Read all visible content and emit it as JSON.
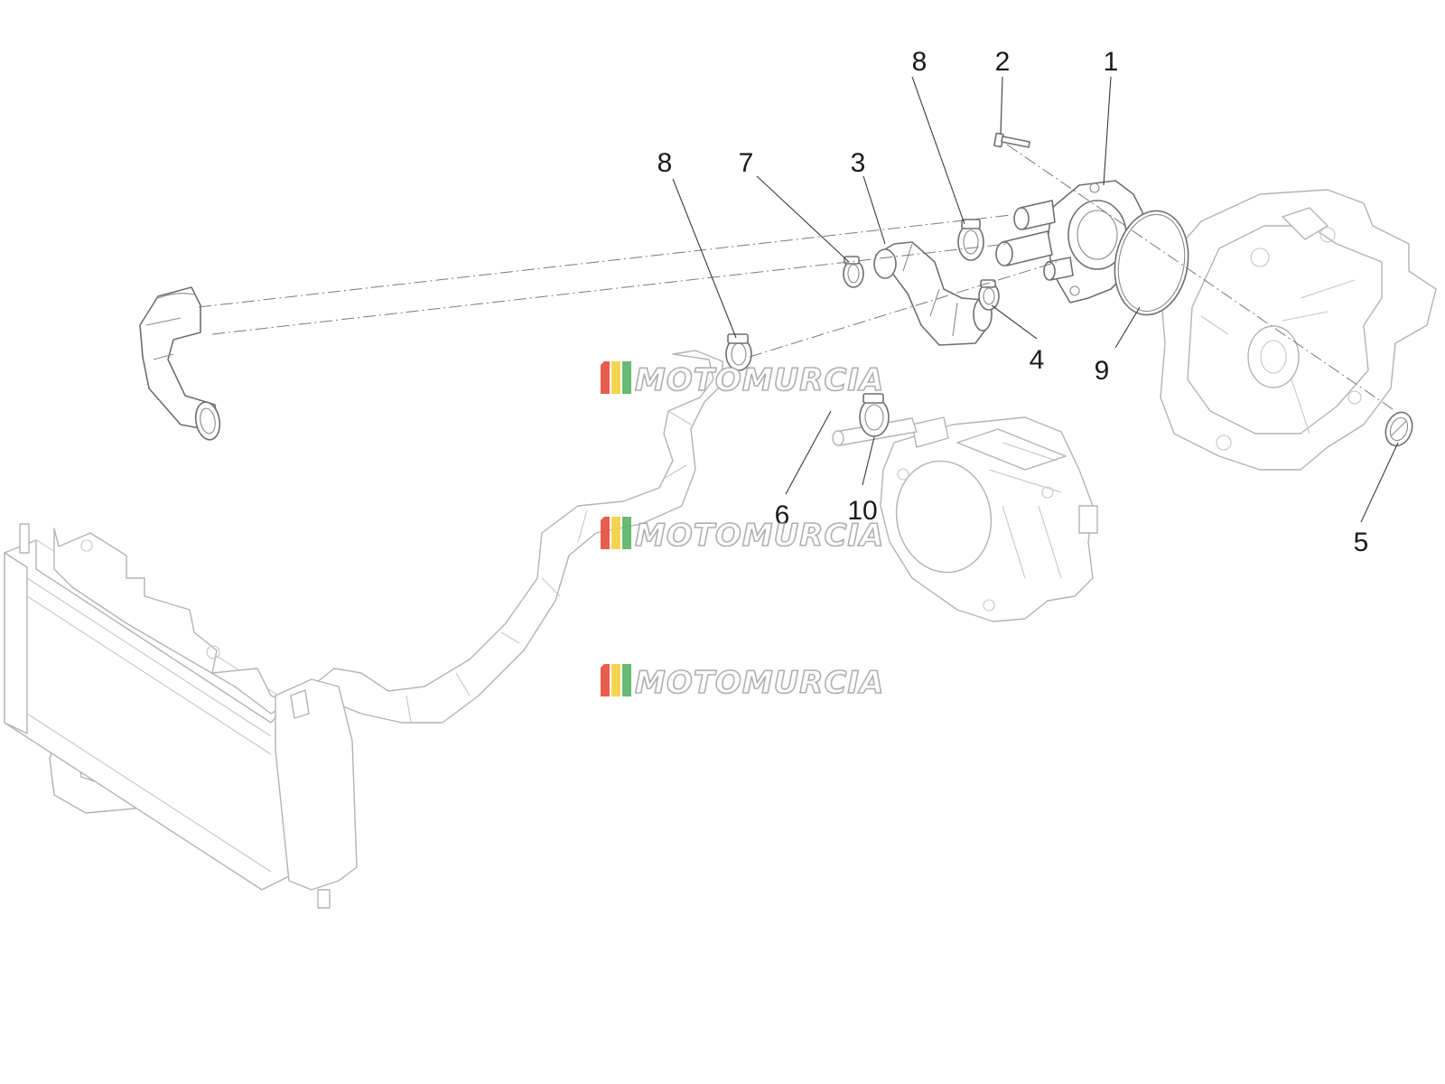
{
  "callouts": [
    {
      "label": "1"
    },
    {
      "label": "2"
    },
    {
      "label": "3"
    },
    {
      "label": "4"
    },
    {
      "label": "5"
    },
    {
      "label": "6"
    },
    {
      "label": "7"
    },
    {
      "label": "8"
    },
    {
      "label": "8"
    },
    {
      "label": "9"
    },
    {
      "label": "10"
    }
  ],
  "watermark": {
    "text": "MOTOMURCIA",
    "stripe_colors": [
      "#e74c3c",
      "#f4d03f",
      "#58b368"
    ]
  }
}
